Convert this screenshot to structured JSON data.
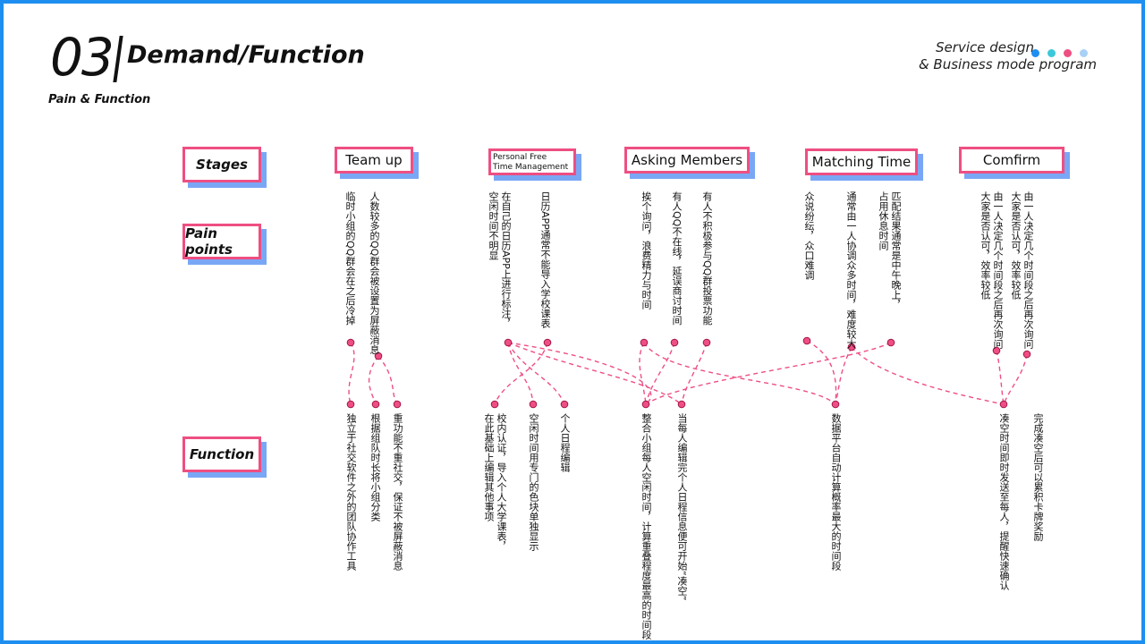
{
  "header": {
    "section_number": "03",
    "section_title": "Demand/Function",
    "subtitle": "Pain & Function",
    "brand_line1": "Service design",
    "brand_line2": "& Business mode program",
    "dot_colors": [
      "#1e8ff0",
      "#3cc8d8",
      "#ee4f82",
      "#a9d1f5"
    ]
  },
  "row_labels": {
    "stages": "Stages",
    "pain_points": "Pain points",
    "function": "Function"
  },
  "stages": [
    {
      "id": "team-up",
      "label": "Team up"
    },
    {
      "id": "personal-free",
      "label_line1": "Personal Free",
      "label_line2": "Time Management"
    },
    {
      "id": "asking-members",
      "label": "Asking Members"
    },
    {
      "id": "matching-time",
      "label": "Matching Time"
    },
    {
      "id": "confirm",
      "label": "Comfirm"
    }
  ],
  "pain_points": [
    "人数较多的QQ群会被设置为屏蔽消息",
    "临时小组的QQ群会在之后冷掉",
    "日历APP通常不能导入学校课表",
    "在自己的日历APP上进行标注，\n空闲时间不明显",
    "有人不积极参与QQ群投票功能",
    "有人QQ不在线，延误商讨时间",
    "挨个询问，浪费精力与时间",
    "匹配结果通常是中午晚上，\n占用休息时间",
    "通常由一人协调众多时间，难度较大",
    "众说纷纭，众口难调",
    "由一人决定几个时间段之后再次询问\n大家是否认可，效率较低",
    "由一人决定几个时间段之后再次询问\n大家是否认可，效率较低"
  ],
  "functions": [
    "重功能不重社交，保证不被屏蔽消息",
    "根据组队时长将小组分类",
    "独立于社交软件之外的团队协作工具",
    "个人日程编辑",
    "空闲时间用专门的色块单独显示",
    "校内认证，导入个人大学课表，\n在此基础上编辑其他事项",
    "当每人编辑完个人日程信息便可开始“凑空”",
    "整合小组每人空闲时间，计算重叠程度最高的时间段",
    "数据平台自动计算概率最大的时间段",
    "完成凑空后可以累积卡牌奖励",
    "凑空时间即时发送至每人，提醒快速确认"
  ]
}
